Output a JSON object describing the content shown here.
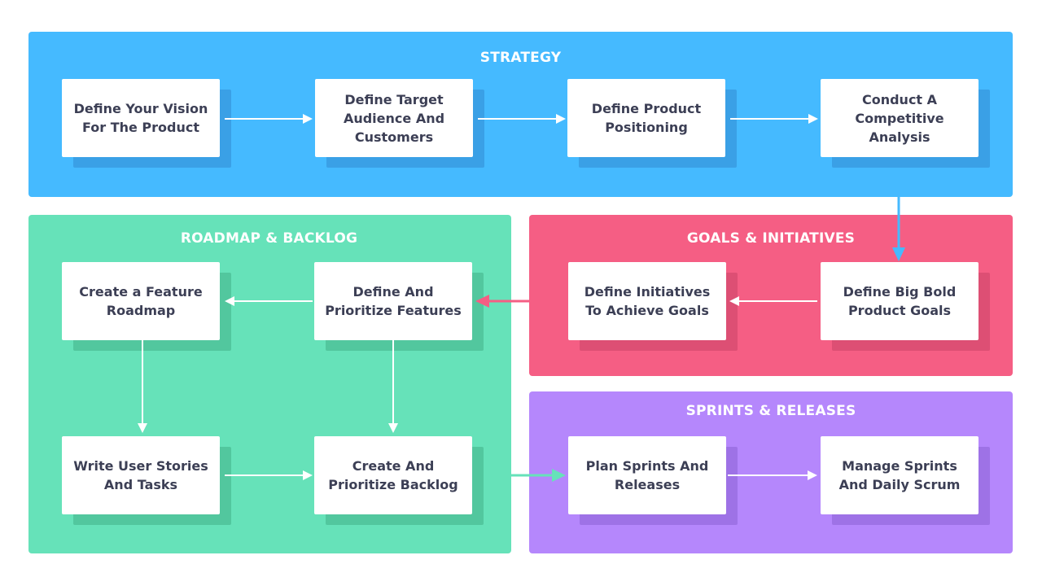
{
  "colors": {
    "strategy": "#45baff",
    "strategy_shadow": "#3aa0e6",
    "roadmap": "#66e2b9",
    "roadmap_shadow": "#52c79e",
    "goals": "#f55e84",
    "goals_shadow": "#dd4f74",
    "sprints": "#b587fc",
    "sprints_shadow": "#9e72e6",
    "card_text": "#3c3f55"
  },
  "strategy": {
    "title": "STRATEGY",
    "cards": [
      "Define Your Vision For The Product",
      "Define Target Audience And Customers",
      "Define Product Positioning",
      "Conduct A Competitive Analysis"
    ]
  },
  "roadmap": {
    "title": "ROADMAP & BACKLOG",
    "cards": [
      "Create a Feature Roadmap",
      "Define And Prioritize Features",
      "Write User Stories And Tasks",
      "Create And Prioritize Backlog"
    ]
  },
  "goals": {
    "title": "GOALS & INITIATIVES",
    "cards": [
      "Define Initiatives To Achieve Goals",
      "Define Big Bold Product Goals"
    ]
  },
  "sprints": {
    "title": "SPRINTS & RELEASES",
    "cards": [
      "Plan Sprints And Releases",
      "Manage Sprints And Daily Scrum"
    ]
  }
}
